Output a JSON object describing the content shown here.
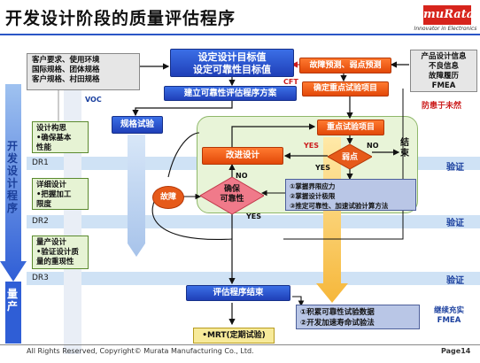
{
  "title": "开发设计阶段的质量评估程序",
  "logo": {
    "brand": "muRata",
    "tagline": "Innovator in Electronics"
  },
  "left_axis": {
    "top_label": "开发设计程序",
    "bottom_label": "量产"
  },
  "requirements_box": {
    "lines": [
      "客户要求、使用环境",
      "国际规格、团体规格",
      "客户规格、村田规格"
    ]
  },
  "target_box": {
    "lines": [
      "设定设计目标值",
      "设定可靠性目标值"
    ]
  },
  "plan_box": {
    "label": "建立可靠性评估程序方案"
  },
  "voc_label": "VOC",
  "cft_label": "CFT",
  "forecast_box": {
    "label": "故障预测、弱点预测"
  },
  "key_test_box": {
    "label": "确定重点试验项目"
  },
  "info_box": {
    "lines": [
      "产品设计信息",
      "不良信息",
      "故障履历",
      "FMEA"
    ]
  },
  "prevent_label": "防患于未然",
  "spec_test_box": {
    "label": "规格试验"
  },
  "dr_labels": [
    "DR1",
    "DR2",
    "DR3"
  ],
  "verify_labels": [
    "验证",
    "验证",
    "验证"
  ],
  "stage1": {
    "lines": [
      "设计构思",
      "•确保基本",
      "  性能"
    ]
  },
  "stage2": {
    "lines": [
      "详细设计",
      "•把握加工",
      "  限度"
    ]
  },
  "stage3": {
    "lines": [
      "量产设计",
      "•验证设计质",
      "  量的重现性"
    ]
  },
  "key_items_box": {
    "label": "重点试验项目"
  },
  "improve_box": {
    "label": "改进设计"
  },
  "weak_box": {
    "label": "弱点"
  },
  "yes1": "YES",
  "no1": "NO",
  "end_label": "结束",
  "yes2": "YES",
  "no2": "NO",
  "yes3": "YES",
  "failure_label": "故障",
  "reliability_diamond": {
    "lines": [
      "确保",
      "可靠性"
    ]
  },
  "methods_box": {
    "lines": [
      "①掌握界限应力",
      "②掌握设计极限",
      "③推定可靠性、加速试验计算方法"
    ]
  },
  "eval_end_box": {
    "label": "评估程序结束"
  },
  "accum_box": {
    "lines": [
      "①积累可靠性试验数据",
      "②开发加速寿命试验法"
    ]
  },
  "enrich_label": {
    "lines": [
      "继续充实",
      "FMEA"
    ]
  },
  "mrt_box": {
    "label": "•MRT(定期试验)"
  },
  "footer": "All Rights Reserved, Copyright© Murata Manufacturing Co., Ltd.",
  "page": "Page14",
  "colors": {
    "blue": "#2b56c6",
    "orange": "#e24808",
    "green_area": "#e6f3d4",
    "band": "#cfe2f5"
  }
}
